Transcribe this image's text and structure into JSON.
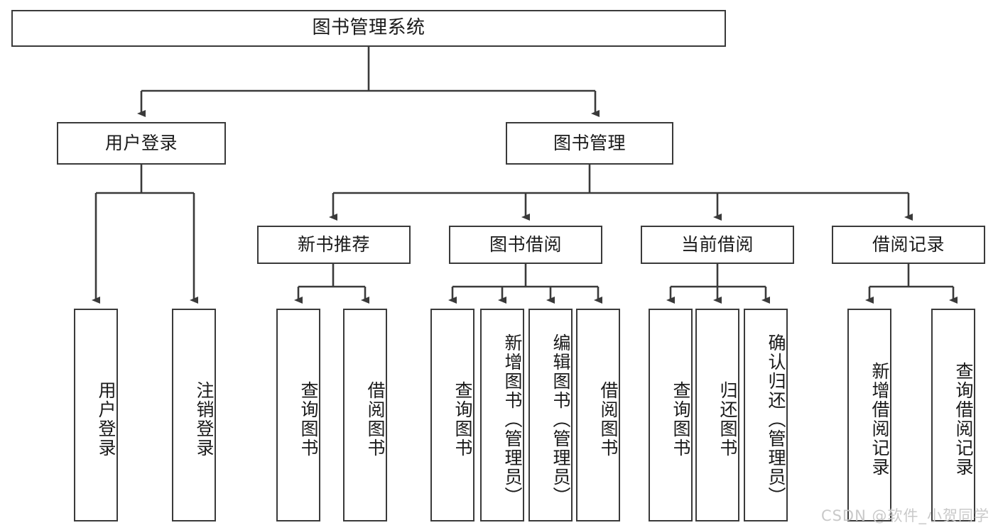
{
  "diagram": {
    "title": "图书管理系统",
    "watermark": "CSDN @软件_小贺同学",
    "line_color": "#3a3a3a",
    "box_fill": "#ffffff",
    "text_color": "#1a1a1a",
    "watermark_color": "#c9c9c9"
  },
  "nodes": {
    "root": {
      "label": "图书管理系统"
    },
    "level1": [
      {
        "label": "用户登录"
      },
      {
        "label": "图书管理"
      }
    ],
    "level2": [
      {
        "label": "新书推荐"
      },
      {
        "label": "图书借阅"
      },
      {
        "label": "当前借阅"
      },
      {
        "label": "借阅记录"
      }
    ],
    "leaves": {
      "user_login": [
        {
          "label": "用户登录"
        },
        {
          "label": "注销登录"
        }
      ],
      "new_book": [
        {
          "label": "查询图书"
        },
        {
          "label": "借阅图书"
        }
      ],
      "book_borrow": [
        {
          "label": "查询图书"
        },
        {
          "label": "新增图书（管理员）"
        },
        {
          "label": "编辑图书（管理员）"
        },
        {
          "label": "借阅图书"
        }
      ],
      "current_borrow": [
        {
          "label": "查询图书"
        },
        {
          "label": "归还图书"
        },
        {
          "label": "确认归还（管理员）"
        }
      ],
      "borrow_record": [
        {
          "label": "新增借阅记录"
        },
        {
          "label": "查询借阅记录"
        }
      ]
    }
  }
}
